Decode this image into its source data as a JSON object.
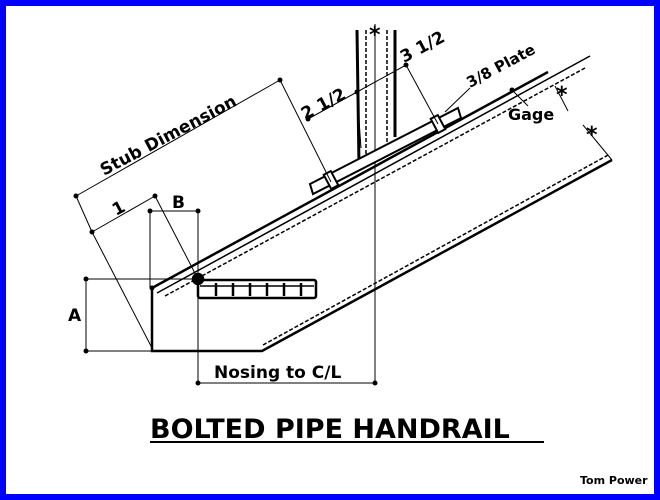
{
  "drawing": {
    "title": "BOLTED PIPE HANDRAIL",
    "credit": "Tom Power",
    "labels": {
      "stub_dimension": "Stub Dimension",
      "half_post": "3 1/2",
      "post_offset": "2 1/2",
      "plate": "3/8 Plate",
      "gage": "Gage",
      "one": "1",
      "b": "B",
      "a": "A",
      "nosing": "Nosing to C/L"
    },
    "marker": "*",
    "colors": {
      "border": "#0000ff",
      "background": "#ffffff",
      "ink": "#000000"
    }
  }
}
